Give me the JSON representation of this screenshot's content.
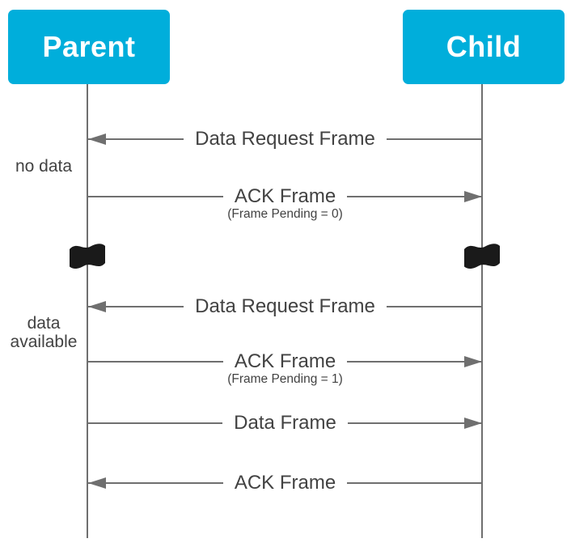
{
  "diagram_type": "sequence-diagram",
  "actors": {
    "parent": "Parent",
    "child": "Child"
  },
  "annotations": {
    "no_data": "no data",
    "data_available": "data available"
  },
  "messages": [
    {
      "label": "Data Request Frame",
      "sublabel": "",
      "direction": "child-to-parent"
    },
    {
      "label": "ACK Frame",
      "sublabel": "(Frame Pending = 0)",
      "direction": "parent-to-child"
    },
    {
      "label": "Data Request Frame",
      "sublabel": "",
      "direction": "child-to-parent"
    },
    {
      "label": "ACK Frame",
      "sublabel": "(Frame Pending = 1)",
      "direction": "parent-to-child"
    },
    {
      "label": "Data Frame",
      "sublabel": "",
      "direction": "parent-to-child"
    },
    {
      "label": "ACK Frame",
      "sublabel": "",
      "direction": "child-to-parent"
    }
  ],
  "icons": {
    "time_break": "flag-icon"
  },
  "colors": {
    "actor_bg": "#00AEDB",
    "actor_text": "#FFFFFF",
    "line": "#6F6F6F",
    "text": "#424242",
    "flag": "#1A1A1A"
  }
}
